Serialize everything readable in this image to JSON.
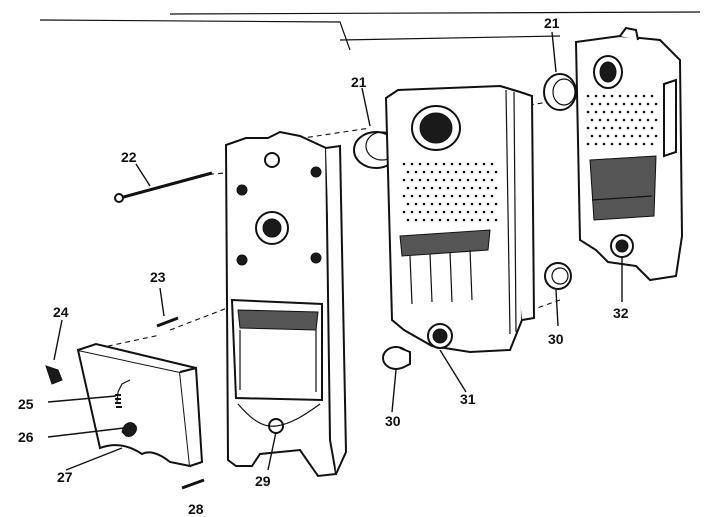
{
  "labels": {
    "l21a": "21",
    "l21b": "21",
    "l22": "22",
    "l23": "23",
    "l24": "24",
    "l25": "25",
    "l26": "26",
    "l27": "27",
    "l28": "28",
    "l29": "29",
    "l30a": "30",
    "l30b": "30",
    "l31": "31",
    "l32": "32"
  },
  "colors": {
    "ink": "#111111",
    "paper": "#ffffff"
  }
}
